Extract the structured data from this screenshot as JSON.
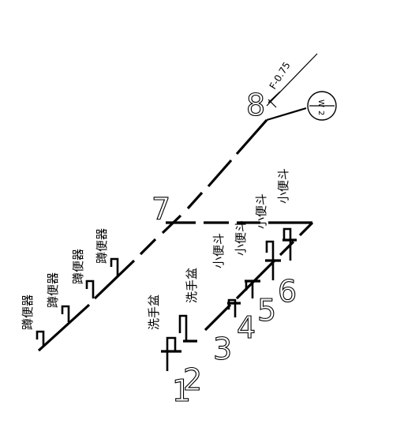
{
  "diagram": {
    "elevation_label": "F-0.75",
    "riser_tag": {
      "top": "W",
      "bottom": "2"
    },
    "node_numbers": [
      "1",
      "2",
      "3",
      "4",
      "5",
      "6",
      "7",
      "8"
    ],
    "fixtures_left": [
      "蹲便器",
      "蹲便器",
      "蹲便器",
      "蹲便器"
    ],
    "fixtures_middle": [
      "洗手盆",
      "洗手盆"
    ],
    "fixtures_right": [
      "小便斗",
      "小便斗",
      "小便斗",
      "小便斗"
    ]
  }
}
